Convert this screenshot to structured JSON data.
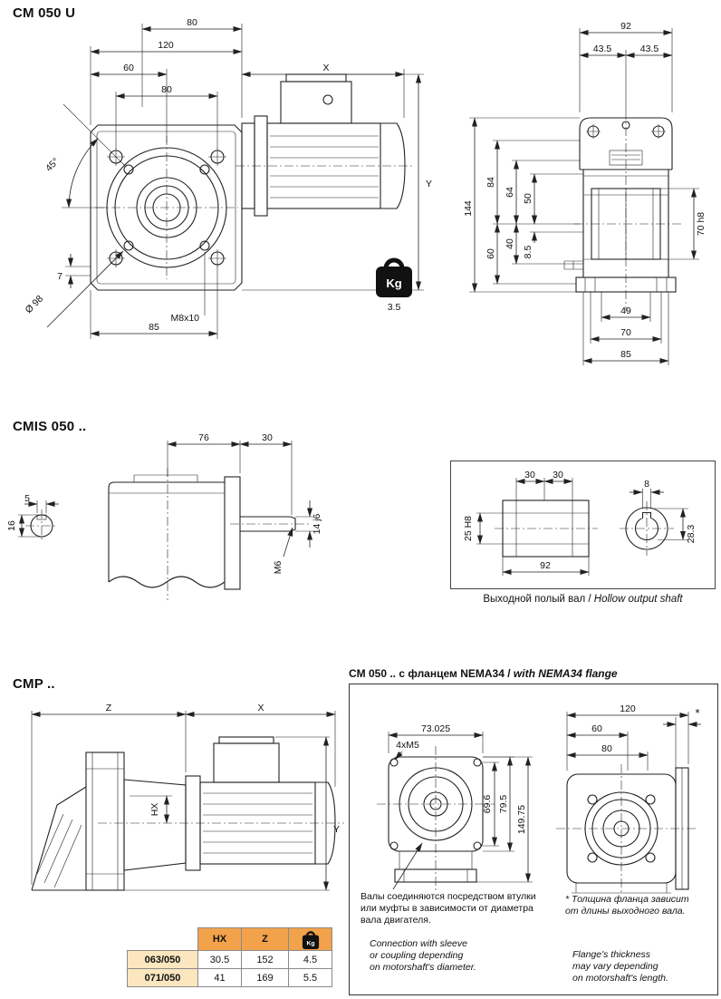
{
  "sections": {
    "cm050u": {
      "title": "CM 050 U",
      "front": {
        "d80_top": "80",
        "d120": "120",
        "d60": "60",
        "d80_holes": "80",
        "x": "X",
        "y": "Y",
        "deg45": "45°",
        "d7": "7",
        "dia98": "Ø 98",
        "m8x10": "M8x10",
        "d85": "85"
      },
      "weight": {
        "label": "Kg",
        "value": "3.5"
      },
      "rear": {
        "d92": "92",
        "d43_5l": "43.5",
        "d43_5r": "43.5",
        "d144": "144",
        "d84": "84",
        "d64": "64",
        "d50": "50",
        "d60": "60",
        "d40": "40",
        "d8_5": "8.5",
        "d70h8": "70 h8",
        "d49": "49",
        "d70": "70",
        "d85": "85"
      }
    },
    "cmis": {
      "title": "CMIS 050 ..",
      "dims": {
        "d76": "76",
        "d30": "30",
        "d14j6": "14 j6",
        "m6": "M6",
        "d5": "5",
        "d16": "16"
      }
    },
    "hollow": {
      "caption_ru": "Выходной полый вал /",
      "caption_en": "Hollow output shaft",
      "d30a": "30",
      "d30b": "30",
      "d8": "8",
      "d25h8": "25 H8",
      "d92": "92",
      "d28_3": "28.3"
    },
    "cmp": {
      "title": "CMP ..",
      "z": "Z",
      "x": "X",
      "hx": "HX",
      "y": "Y"
    },
    "nema": {
      "title_ru": "CM 050 .. с фланцем NEMA34 /",
      "title_en": "with NEMA34 flange",
      "d73_025": "73.025",
      "m5": "4xM5",
      "d69_6": "69.6",
      "d79_5": "79.5",
      "d149_75": "149.75",
      "d120": "120",
      "star": "*",
      "d60": "60",
      "d80": "80",
      "note_left_ru": [
        "Валы соединяются посредством втулки",
        "или муфты в зависимости от диаметра",
        "вала двигателя."
      ],
      "note_left_en": [
        "Connection with sleeve",
        "or coupling depending",
        "on motorshaft's diameter."
      ],
      "note_right_ru": [
        "* Толщина фланца зависит",
        "от длины выходного вала."
      ],
      "note_right_en": [
        "Flange's thickness",
        "may vary depending",
        "on motorshaft's length."
      ]
    },
    "table": {
      "headers": {
        "hx": "HX",
        "z": "Z",
        "kg": "Kg"
      },
      "rows": [
        {
          "model": "063/050",
          "hx": "30.5",
          "z": "152",
          "kg": "4.5"
        },
        {
          "model": "071/050",
          "hx": "41",
          "z": "169",
          "kg": "5.5"
        }
      ]
    },
    "colors": {
      "table_header": "#f2a24b",
      "table_model": "#fbe6c0",
      "drawing_line": "#222222"
    }
  }
}
